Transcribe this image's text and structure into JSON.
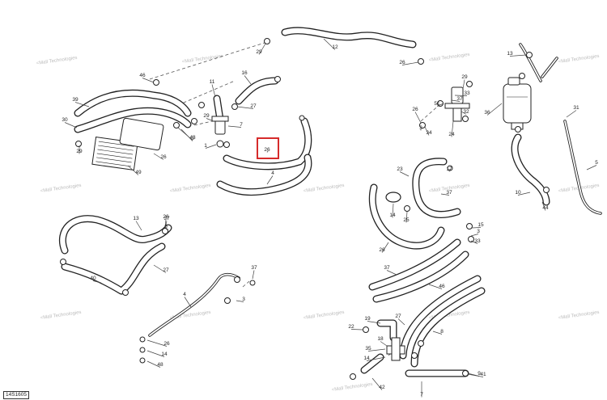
{
  "diagram": {
    "code": "14S1605",
    "highlight_color": "#d62b2b",
    "watermark_text": "<Mall Technologies",
    "callouts": [
      "12",
      "29",
      "26",
      "46",
      "11",
      "16",
      "13",
      "33",
      "39",
      "27",
      "29",
      "29",
      "30",
      "37",
      "9",
      "3",
      "7",
      "26",
      "51",
      "32",
      "34",
      "24",
      "36",
      "31",
      "1",
      "43",
      "29",
      "26",
      "37",
      "5",
      "26",
      "49",
      "17",
      "23",
      "37",
      "4",
      "10",
      "14",
      "25",
      "44",
      "26",
      "13",
      "3",
      "6",
      "26",
      "3",
      "27",
      "37",
      "15",
      "33",
      "40",
      "37",
      "3",
      "4",
      "46",
      "19",
      "27",
      "22",
      "8",
      "26",
      "14",
      "35",
      "48",
      "41",
      "42",
      "7",
      "18",
      "14"
    ]
  }
}
